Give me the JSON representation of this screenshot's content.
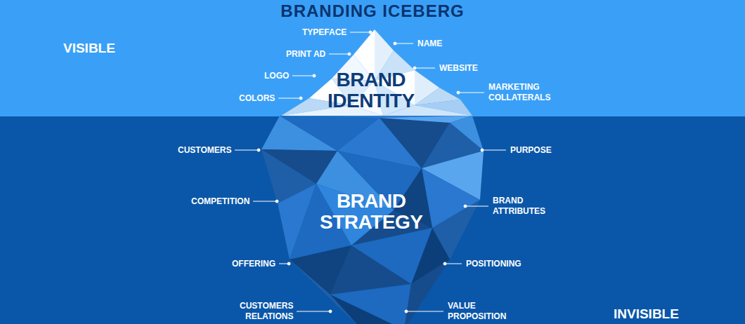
{
  "diagram": {
    "title": "BRANDING ICEBERG",
    "nodes": [
      {
        "text": [
          "BRAND IDENTITY"
        ]
      },
      {
        "text": [
          "BRAND STRATEGY"
        ]
      }
    ],
    "labels": [
      "VISIBLE",
      "TYPEFACE",
      "NAME",
      "PRINT AD",
      "WEBSITE",
      "LOGO",
      "COLORS",
      "MARKETING COLLATERALS",
      "CUSTOMERS",
      "PURPOSE",
      "COMPETITION",
      "BRAND ATTRIBUTES",
      "OFFERING",
      "POSITIONING",
      "CUSTOMERS RELATIONS",
      "VALUE PROPOSITION",
      "INVISIBLE"
    ]
  }
}
